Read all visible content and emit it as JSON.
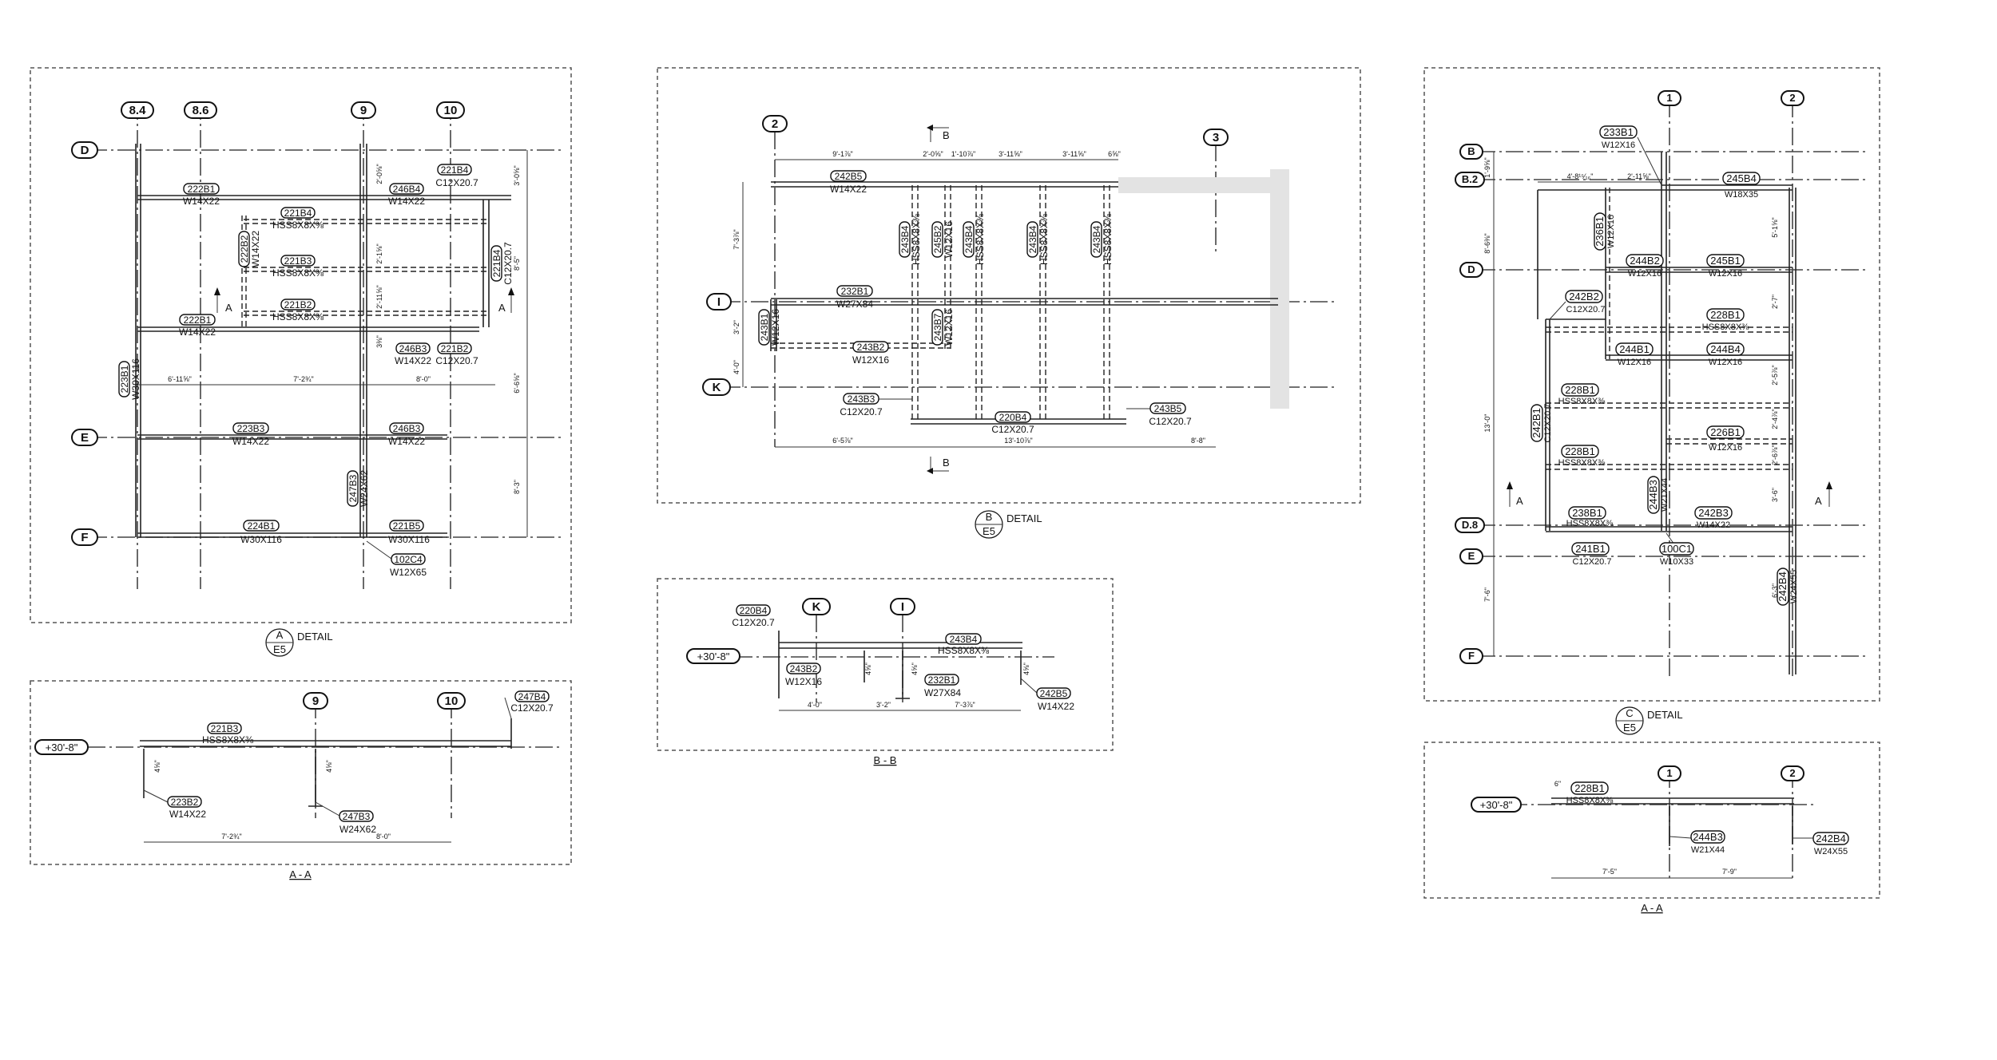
{
  "sheet": {
    "detail_a": {
      "title": "DETAIL",
      "tag_letter": "A",
      "tag_sheet": "E5",
      "grid_cols": [
        "8.4",
        "8.6",
        "9",
        "10"
      ],
      "grid_rows": [
        "D",
        "E",
        "F"
      ],
      "members": [
        {
          "mark": "222B1",
          "size": "W14X22"
        },
        {
          "mark": "221B4",
          "size": "C12X20.7"
        },
        {
          "mark": "246B4",
          "size": "W14X22"
        },
        {
          "mark": "221B4",
          "size": "HSS8X8X⅜"
        },
        {
          "mark": "221B3",
          "size": "HSS8X8X⅜"
        },
        {
          "mark": "221B2",
          "size": "HSS8X8X⅜"
        },
        {
          "mark": "222B1",
          "size": "W14X22"
        },
        {
          "mark": "246B3",
          "size": "W14X22"
        },
        {
          "mark": "221B2",
          "size": "C12X20.7"
        },
        {
          "mark": "223B3",
          "size": "W14X22"
        },
        {
          "mark": "246B3",
          "size": "W14X22"
        },
        {
          "mark": "224B1",
          "size": "W30X116"
        },
        {
          "mark": "221B5",
          "size": "W30X116"
        },
        {
          "mark": "102C4",
          "size": "W12X65"
        }
      ],
      "vertical_tags": [
        "222B2",
        "W14X22",
        "221B4",
        "C12X20.7",
        "223B1",
        "W30X116",
        "247B3",
        "W24X62"
      ],
      "dims": [
        "6'-11⅝\"",
        "7'-2¾\"",
        "8'-0\"",
        "3'-0⅝\"",
        "8'-5\"",
        "6'-6⅝\"",
        "8'-3\"",
        "2'-0⅝\"",
        "2'-1⅝\"",
        "2'-11⅝\"",
        "3⅜\""
      ],
      "section_mark": "A"
    },
    "section_aa_left": {
      "label": "A - A",
      "elevation": "+30'-8\"",
      "grid_cols": [
        "9",
        "10"
      ],
      "members": [
        {
          "mark": "221B3",
          "size": "HSS8X8X⅜"
        },
        {
          "mark": "247B4",
          "size": "C12X20.7"
        },
        {
          "mark": "223B2",
          "size": "W14X22"
        },
        {
          "mark": "247B3",
          "size": "W24X62"
        }
      ],
      "dims": [
        "7'-2¾\"",
        "8'-0\"",
        "4⅝\"",
        "4⅝\""
      ]
    },
    "detail_b": {
      "title": "DETAIL",
      "tag_letter": "B",
      "tag_sheet": "E5",
      "grid_cols": [
        "2",
        "3"
      ],
      "grid_rows": [
        "I",
        "K"
      ],
      "section_mark": "B",
      "members": [
        {
          "mark": "242B5",
          "size": "W14X22"
        },
        {
          "mark": "232B1",
          "size": "W27X84"
        },
        {
          "mark": "243B2",
          "size": "W12X16"
        },
        {
          "mark": "243B3",
          "size": "C12X20.7"
        },
        {
          "mark": "220B4",
          "size": "C12X20.7"
        },
        {
          "mark": "243B5",
          "size": "C12X20.7"
        }
      ],
      "vertical_tags": [
        "243B4",
        "HSS8X8X⅜",
        "245B2",
        "W12X16",
        "243B4",
        "HSS8X8X⅜",
        "243B4",
        "HSS8X8X⅜",
        "243B4",
        "HSS8X8X⅜",
        "243B1",
        "W12X16",
        "243B7",
        "W12X16"
      ],
      "dims": [
        "9'-1⅞\"",
        "2'-0⅝\"",
        "1'-10⅞\"",
        "3'-11⅝\"",
        "3'-11⅝\"",
        "6⅝\"",
        "7'-3⅞\"",
        "3'-2\"",
        "4'-0\"",
        "6'-5⅞\"",
        "13'-10⅞\"",
        "8'-8\""
      ]
    },
    "section_bb": {
      "label": "B - B",
      "elevation": "+30'-8\"",
      "grid_cols": [
        "K",
        "I"
      ],
      "members": [
        {
          "mark": "220B4",
          "size": "C12X20.7"
        },
        {
          "mark": "243B4",
          "size": "HSS8X8X⅜"
        },
        {
          "mark": "243B2",
          "size": "W12X16"
        },
        {
          "mark": "232B1",
          "size": "W27X84"
        },
        {
          "mark": "242B5",
          "size": "W14X22"
        }
      ],
      "dims": [
        "4'-0\"",
        "3'-2\"",
        "7'-3⅞\"",
        "4⅝\"",
        "4⅝\"",
        "4⅝\""
      ]
    },
    "detail_c": {
      "title": "DETAIL",
      "tag_letter": "C",
      "tag_sheet": "E5",
      "grid_cols": [
        "1",
        "2"
      ],
      "grid_rows": [
        "B",
        "B.2",
        "D",
        "D.8",
        "E",
        "F"
      ],
      "section_mark": "A",
      "members": [
        {
          "mark": "233B1",
          "size": "W12X16"
        },
        {
          "mark": "245B4",
          "size": "W18X35"
        },
        {
          "mark": "244B2",
          "size": "W12X16"
        },
        {
          "mark": "245B1",
          "size": "W12X16"
        },
        {
          "mark": "242B2",
          "size": "C12X20.7"
        },
        {
          "mark": "228B1",
          "size": "HSS8X8X⅜"
        },
        {
          "mark": "244B1",
          "size": "W12X16"
        },
        {
          "mark": "244B4",
          "size": "W12X16"
        },
        {
          "mark": "228B1",
          "size": "HSS8X8X⅜"
        },
        {
          "mark": "226B1",
          "size": "W12X16"
        },
        {
          "mark": "228B1",
          "size": "HSS8X8X⅜"
        },
        {
          "mark": "238B1",
          "size": "HSS8X8X⅜"
        },
        {
          "mark": "242B3",
          "size": "W14X22"
        },
        {
          "mark": "241B1",
          "size": "C12X20.7"
        },
        {
          "mark": "100C1",
          "size": "W10X33"
        }
      ],
      "vertical_tags": [
        "236B1",
        "W12X16",
        "242B1",
        "C12X20.7",
        "244B3",
        "W21X44",
        "242B4",
        "W24X55"
      ],
      "dims": [
        "4'-8¹⁵⁄₁₆\"",
        "2'-11⅝\"",
        "1'-9⅝\"",
        "8'-6⅜\"",
        "13'-0\"",
        "7'-6\"",
        "5'-1⅝\"",
        "2'-7\"",
        "2'-5⅞\"",
        "2'-4⅞\"",
        "2'-6⅞\"",
        "3'-6\"",
        "6'-3\""
      ]
    },
    "section_aa_right": {
      "label": "A - A",
      "elevation": "+30'-8\"",
      "grid_cols": [
        "1",
        "2"
      ],
      "members": [
        {
          "mark": "228B1",
          "size": "HSS8X8X⅜"
        },
        {
          "mark": "244B3",
          "size": "W21X44"
        },
        {
          "mark": "242B4",
          "size": "W24X55"
        }
      ],
      "dims": [
        "7'-5\"",
        "7'-9\"",
        "6\""
      ]
    }
  }
}
